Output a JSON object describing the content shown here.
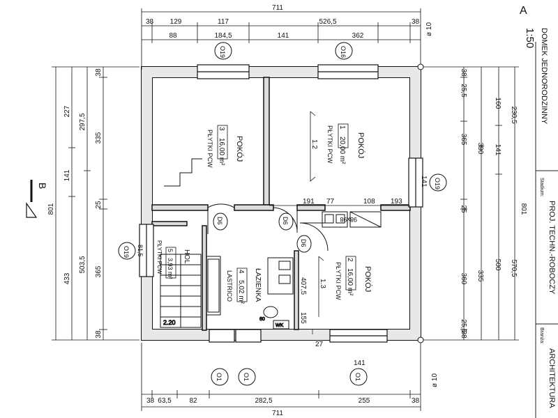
{
  "title_block": {
    "title": "DOMEK JEDNORODZINNY",
    "stadium_label": "Stadium:",
    "stadium_value": "PROJ. TECHN.-ROBOCZY",
    "branza_label": "Branża:",
    "branza_value": "ARCHITEKTURA",
    "section_mark": "A",
    "scale": "1:50"
  },
  "section_marker": {
    "label": "B"
  },
  "dims_top": {
    "overall": "711",
    "row1": [
      "38",
      "129",
      "117",
      "526,5",
      "38"
    ],
    "row2": [
      "88",
      "184,5",
      "141",
      "362"
    ],
    "diameter": "ø 10"
  },
  "dims_bottom": {
    "overall": "711",
    "row1": [
      "38",
      "63,5",
      "82",
      "282,5",
      "255",
      "38"
    ],
    "diameter": "ø 10"
  },
  "dims_left": {
    "outer": [
      "801"
    ],
    "col_a": [
      "227",
      "141",
      "433"
    ],
    "col_b": [
      "297,5",
      "503,5"
    ],
    "col_c": [
      "38",
      "335",
      "25",
      "365",
      "38"
    ]
  },
  "dims_right": {
    "outer": [
      "801"
    ],
    "col_a": [
      "160",
      "141",
      "500"
    ],
    "col_b": [
      "230,5",
      "570,5"
    ],
    "col_c": [
      "38",
      "25,5",
      "365",
      "390",
      "25",
      "335",
      "360",
      "25,5",
      "38"
    ]
  },
  "inner_dims": [
    "191",
    "77",
    "108",
    "193",
    "407,5",
    "155",
    "27",
    "141",
    "141",
    "81,5",
    "98x98"
  ],
  "windows": [
    "O19",
    "O16",
    "O19",
    "O19",
    "O1",
    "O1",
    "O1"
  ],
  "doors": [
    "D6",
    "D6",
    "D6"
  ],
  "rooms": [
    {
      "name": "POKÓJ",
      "number": "1",
      "area": "20,00 m²",
      "floor": "PŁYTKI PCW",
      "extra": "1.2"
    },
    {
      "name": "POKÓJ",
      "number": "2",
      "area": "16,00 m²",
      "floor": "PŁYTKI PCW",
      "extra": "1.3"
    },
    {
      "name": "POKÓJ",
      "number": "3",
      "area": "16,00 m²",
      "floor": "PŁYTKI PCW",
      "extra": ""
    },
    {
      "name": "ŁAZIENKA",
      "number": "4",
      "area": "5,02 m²",
      "floor": "LASTRICO",
      "extra": ""
    },
    {
      "name": "HOL",
      "number": "5",
      "area": "3,93 m²",
      "floor": "PŁYTKI PCW",
      "extra": ""
    }
  ],
  "fixtures": {
    "stair_label": "2.20",
    "wc_label": "WK",
    "sink_label": "60"
  }
}
